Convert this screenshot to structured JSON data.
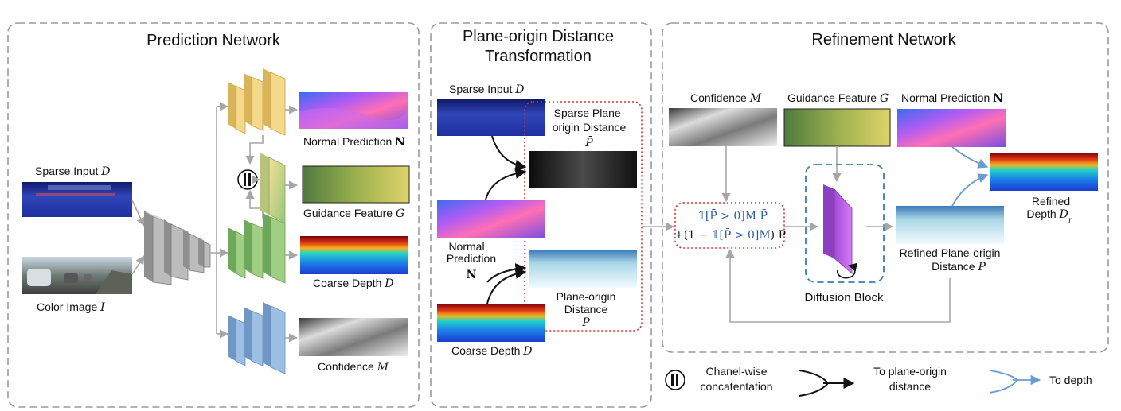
{
  "sections": {
    "prediction": {
      "title": "Prediction Network"
    },
    "plane_origin": {
      "title_line1": "Plane-origin Distance",
      "title_line2": "Transformation"
    },
    "refinement": {
      "title": "Refinement Network"
    }
  },
  "prediction": {
    "sparse_input": {
      "text": "Sparse Input ",
      "sym": "D̄"
    },
    "color_image": {
      "text": "Color Image ",
      "sym": "I"
    },
    "normal_prediction": {
      "text": "Normal Prediction ",
      "sym": "N"
    },
    "guidance_feature": {
      "text": "Guidance Feature ",
      "sym": "G"
    },
    "coarse_depth": {
      "text": "Coarse Depth ",
      "sym": "D"
    },
    "confidence": {
      "text": "Confidence ",
      "sym": "M"
    }
  },
  "plane_origin": {
    "sparse_input": {
      "text": "Sparse Input ",
      "sym": "D̄"
    },
    "sparse_plane_origin": {
      "line1": "Sparse Plane-",
      "line2": "origin Distance",
      "sym": "P̄"
    },
    "normal_prediction": {
      "line1": "Normal",
      "line2": "Prediction",
      "sym": "N"
    },
    "plane_origin_distance": {
      "line1": "Plane-origin",
      "line2": "Distance",
      "sym": "P"
    },
    "coarse_depth": {
      "text": "Coarse Depth ",
      "sym": "D"
    }
  },
  "refinement": {
    "confidence": {
      "text": "Confidence ",
      "sym": "M"
    },
    "guidance_feature": {
      "text": "Guidance Feature ",
      "sym": "G"
    },
    "normal_prediction": {
      "text": "Normal Prediction ",
      "sym": "N"
    },
    "formula_line1": "𝟙[P̄ > 0]M P̄",
    "formula_line2_a": "+(1 − ",
    "formula_line2_b": "𝟙[P̄ > 0]M",
    "formula_line2_c": ") P",
    "diffusion_block": "Diffusion Block",
    "refined_plane_origin": {
      "line1": "Refined Plane-origin",
      "line2": "Distance ",
      "sym": "P"
    },
    "refined_depth": {
      "line1": "Refined",
      "line2": "Depth ",
      "sym": "D",
      "sub": "r"
    }
  },
  "legend": {
    "concat": {
      "line1": "Chanel-wise",
      "line2": "concatentation"
    },
    "to_plane": {
      "line1": "To plane-origin",
      "line2": "distance"
    },
    "to_depth": "To depth"
  },
  "colors": {
    "panel_border": "#9a9a9a",
    "gray_arrow": "#a6a6a6",
    "depth_arrow": "#6b9bd1",
    "yellow_block": "#f5d98b",
    "green_block": "#9fcf82",
    "blue_block": "#9dbfe3",
    "gray_block": "#b8b8b8",
    "red_dotted": "#e0352f",
    "diffusion_purple": "#c35be6"
  }
}
